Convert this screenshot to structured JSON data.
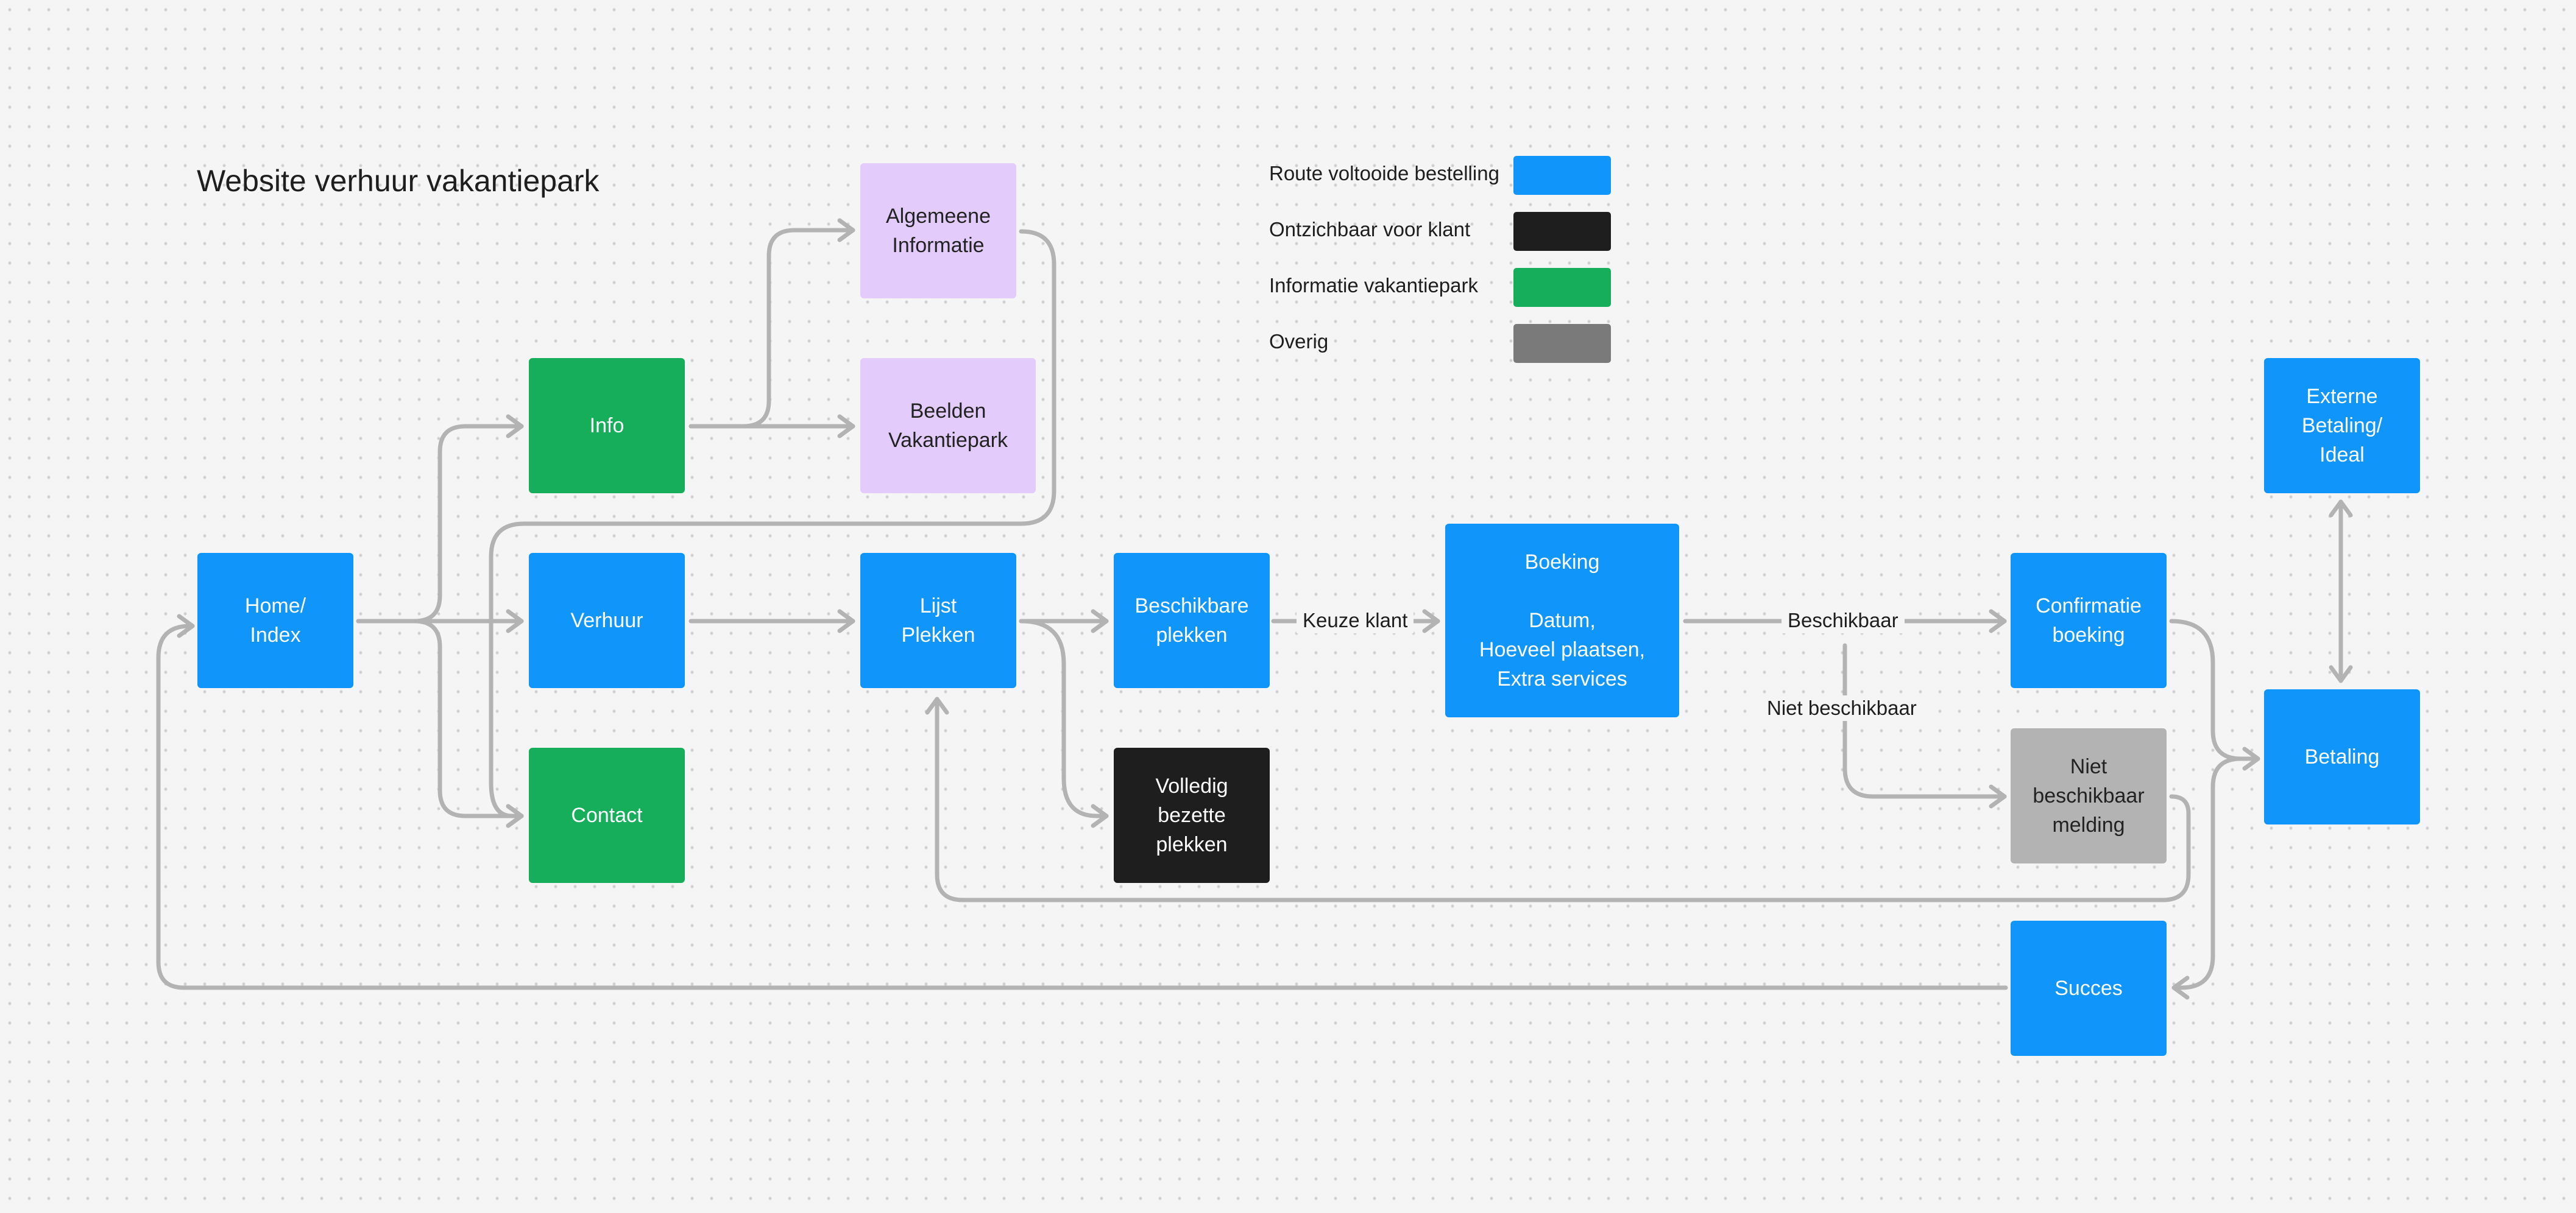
{
  "title": "Website verhuur vakantiepark",
  "legend": [
    {
      "label": "Route voltooide bestelling",
      "color": "#1095fb"
    },
    {
      "label": "Ontzichbaar voor klant",
      "color": "#1e1e1e"
    },
    {
      "label": "Informatie vakantiepark",
      "color": "#16ae5a"
    },
    {
      "label": "Overig",
      "color": "#7a7a7a"
    }
  ],
  "nodes": {
    "home": {
      "text": "Home/\nIndex",
      "color": "#1095fb"
    },
    "info": {
      "text": "Info",
      "color": "#16ae5a"
    },
    "verhuur": {
      "text": "Verhuur",
      "color": "#1095fb"
    },
    "contact": {
      "text": "Contact",
      "color": "#16ae5a"
    },
    "algemeen": {
      "text": "Algemeene\nInformatie",
      "color": "#e3cbfb"
    },
    "beelden": {
      "text": "Beelden\nVakantiepark",
      "color": "#e3cbfb"
    },
    "lijst": {
      "text": "Lijst\nPlekken",
      "color": "#1095fb"
    },
    "beschikbare": {
      "text": "Beschikbare\nplekken",
      "color": "#1095fb"
    },
    "volledig": {
      "text": "Volledig\nbezette\nplekken",
      "color": "#1e1e1e"
    },
    "boeking": {
      "text": "Boeking\n\nDatum,\nHoeveel plaatsen,\nExtra services",
      "color": "#1095fb"
    },
    "confirmatie": {
      "text": "Confirmatie\nboeking",
      "color": "#1095fb"
    },
    "niet": {
      "text": "Niet\nbeschikbaar\nmelding",
      "color": "#b3b3b3"
    },
    "betaling": {
      "text": "Betaling",
      "color": "#1095fb"
    },
    "extern": {
      "text": "Externe\nBetaling/\nIdeal",
      "color": "#1095fb"
    },
    "succes": {
      "text": "Succes",
      "color": "#1095fb"
    }
  },
  "edge_labels": {
    "keuze": "Keuze klant",
    "beschikbaar": "Beschikbaar",
    "niet_beschikbaar": "Niet beschikbaar"
  },
  "wire_color": "#b3b3b3"
}
